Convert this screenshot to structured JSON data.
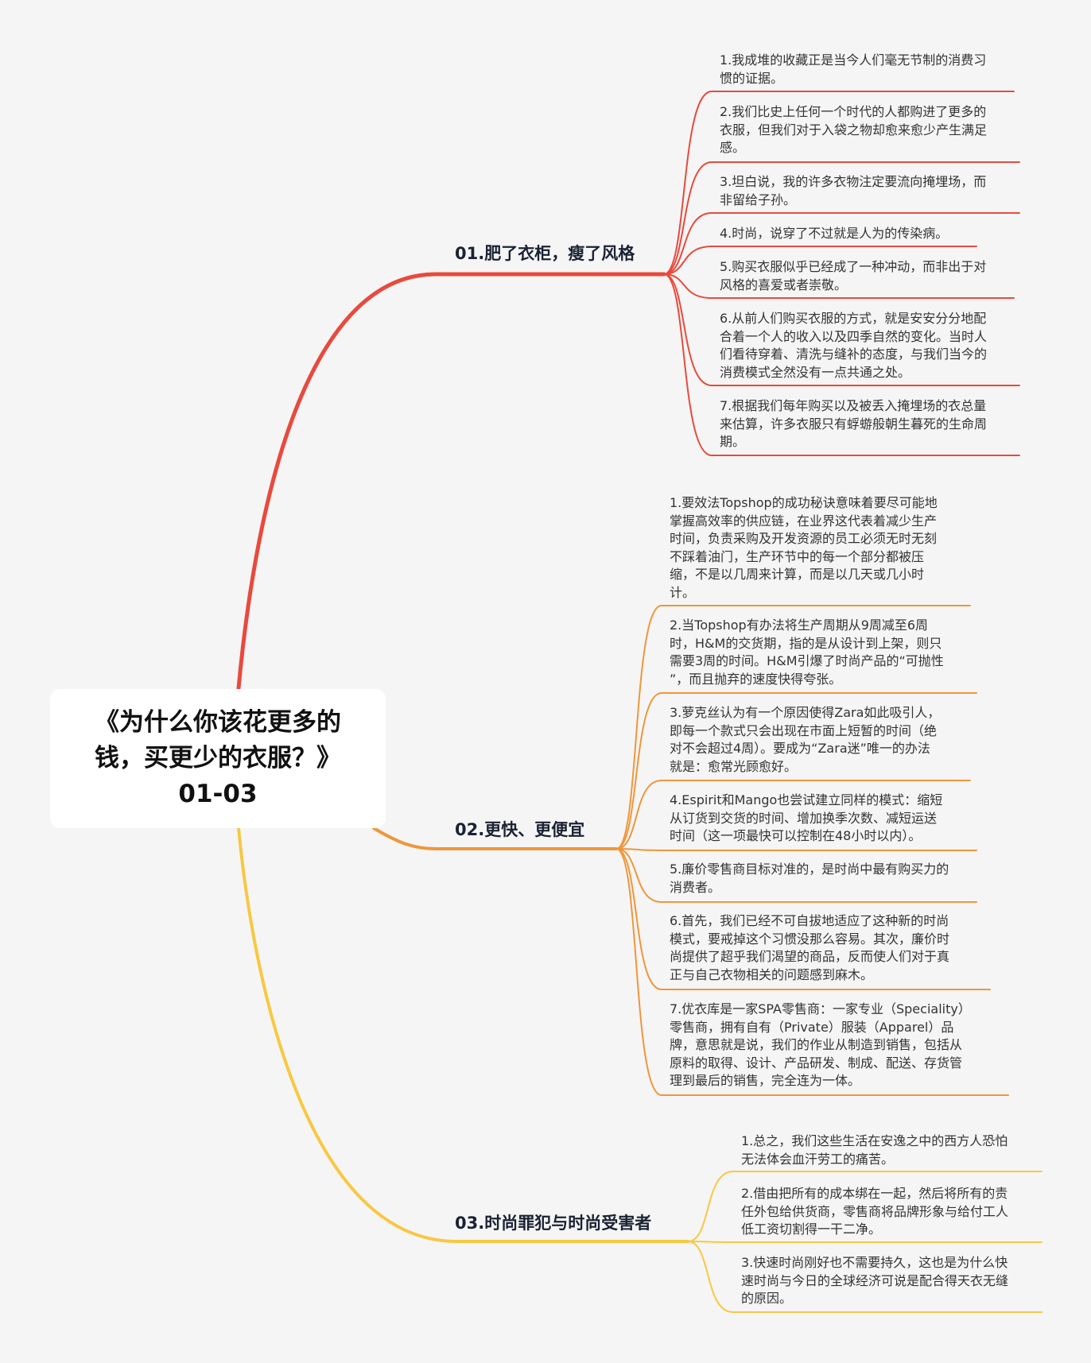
{
  "root": {
    "title": "《为什么你该花更多的\n钱，买更少的衣服？》\n01-03"
  },
  "colors": {
    "background": "#f5f5f5",
    "branch1": "#e84a3d",
    "branch2": "#f0963a",
    "branch3": "#f7c842",
    "text": "#333333"
  },
  "branches": [
    {
      "label": "01.肥了衣柜，瘦了风格",
      "color": "#e84a3d",
      "items": [
        "1.我成堆的收藏正是当今人们毫无节制的消费习\n惯的证据。",
        "2.我们比史上任何一个时代的人都购进了更多的\n衣服，但我们对于入袋之物却愈来愈少产生满足\n感。",
        "3.坦白说，我的许多衣物注定要流向掩埋场，而\n非留给子孙。",
        "4.时尚，说穿了不过就是人为的传染病。",
        "5.购买衣服似乎已经成了一种冲动，而非出于对\n风格的喜爱或者崇敬。",
        "6.从前人们购买衣服的方式，就是安安分分地配\n合着一个人的收入以及四季自然的变化。当时人\n们看待穿着、清洗与缝补的态度，与我们当今的\n消费模式全然没有一点共通之处。",
        "7.根据我们每年购买以及被丢入掩埋场的衣总量\n来估算，许多衣服只有蜉蝣般朝生暮死的生命周\n期。"
      ]
    },
    {
      "label": "02.更快、更便宜",
      "color": "#f0963a",
      "items": [
        "1.要效法Topshop的成功秘诀意味着要尽可能地\n掌握高效率的供应链，在业界这代表着减少生产\n时间，负责采购及开发资源的员工必须无时无刻\n不踩着油门，生产环节中的每一个部分都被压\n缩，不是以几周来计算，而是以几天或几小时\n计。",
        "2.当Topshop有办法将生产周期从9周减至6周\n时，H&M的交货期，指的是从设计到上架，则只\n需要3周的时间。H&M引爆了时尚产品的“可抛性\n”，而且抛弃的速度快得夸张。",
        "3.萝克丝认为有一个原因使得Zara如此吸引人，\n即每一个款式只会出现在市面上短暂的时间（绝\n对不会超过4周）。要成为“Zara迷”唯一的办法\n就是：愈常光顾愈好。",
        "4.Espirit和Mango也尝试建立同样的模式：缩短\n从订货到交货的时间、增加换季次数、减短运送\n时间（这一项最快可以控制在48小时以内）。",
        "5.廉价零售商目标对准的，是时尚中最有购买力的\n消费者。",
        "6.首先，我们已经不可自拔地适应了这种新的时尚\n模式，要戒掉这个习惯没那么容易。其次，廉价时\n尚提供了超乎我们渴望的商品，反而使人们对于真\n正与自己衣物相关的问题感到麻木。",
        "7.优衣库是一家SPA零售商：一家专业（Speciality）\n零售商，拥有自有（Private）服装（Apparel）品\n牌，意思就是说，我们的作业从制造到销售，包括从\n原料的取得、设计、产品研发、制成、配送、存货管\n理到最后的销售，完全连为一体。"
      ]
    },
    {
      "label": "03.时尚罪犯与时尚受害者",
      "color": "#f7c842",
      "items": [
        "1.总之，我们这些生活在安逸之中的西方人恐怕\n无法体会血汗劳工的痛苦。",
        "2.借由把所有的成本绑在一起，然后将所有的责\n任外包给供货商，零售商将品牌形象与给付工人\n低工资切割得一干二净。",
        "3.快速时尚刚好也不需要持久，这也是为什么快\n速时尚与今日的全球经济可说是配合得天衣无缝\n的原因。"
      ]
    }
  ]
}
